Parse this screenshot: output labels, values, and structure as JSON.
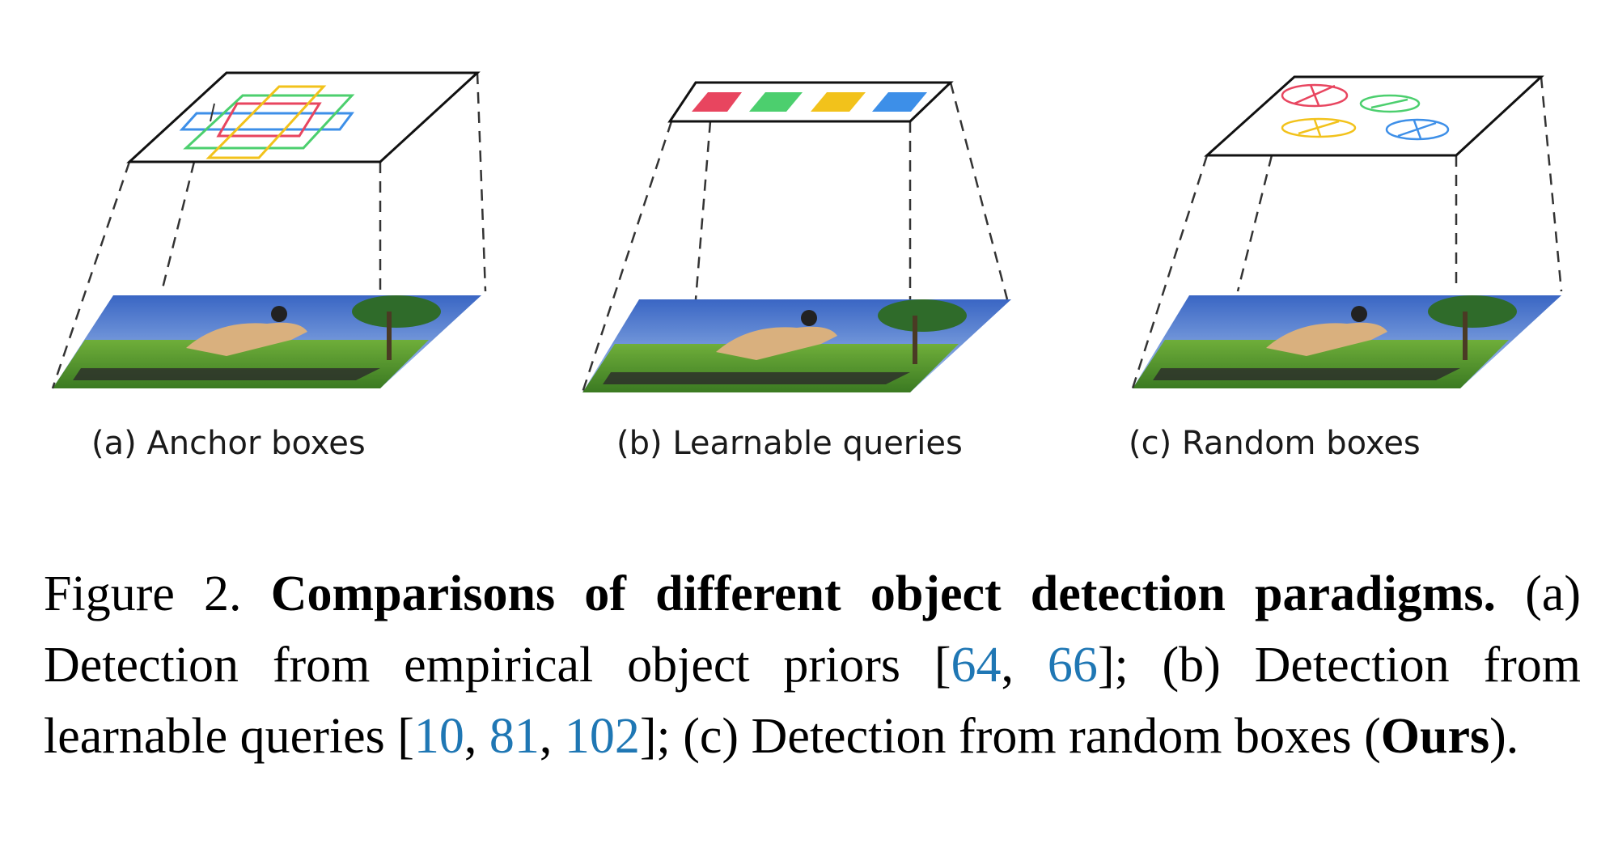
{
  "figure": {
    "panels": [
      {
        "label": "(a) Anchor boxes"
      },
      {
        "label": "(b) Learnable queries"
      },
      {
        "label": "(c) Random boxes"
      }
    ],
    "colors": {
      "red": "#e8455f",
      "green": "#4ccf6e",
      "yellow": "#f2c21b",
      "blue": "#3d8fe8",
      "link": "#1f77b4"
    }
  },
  "caption": {
    "fig_label": "Figure 2.",
    "title": "Comparisons of different object detection paradigms.",
    "a_text": "(a) Detection from empirical object priors [",
    "ref_64": "64",
    "sep1": ", ",
    "ref_66": "66",
    "b_text": "]; (b) Detection from learnable queries [",
    "ref_10": "10",
    "sep2": ", ",
    "ref_81": "81",
    "sep3": ", ",
    "ref_102": "102",
    "c_text": "]; (c) Detection from random boxes ",
    "ours_open": "(",
    "ours": "Ours",
    "ours_close": ")."
  }
}
